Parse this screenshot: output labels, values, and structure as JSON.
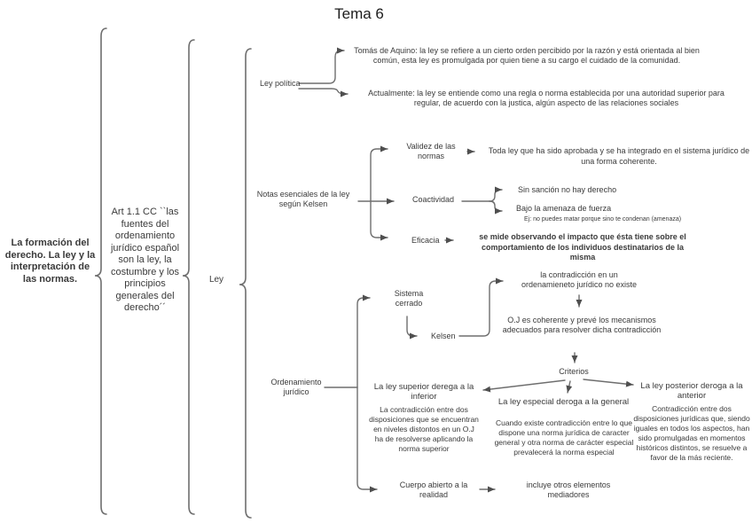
{
  "colors": {
    "text": "#3a3a3a",
    "line": "#6e6e6e",
    "background": "#ffffff"
  },
  "title": "Tema 6",
  "root": {
    "label": "La formación del derecho. La ley y la interpretación de las normas."
  },
  "article": {
    "label": "Art 1.1 CC ``las fuentes del ordenamiento jurídico español son la ley, la costumbre y los principios generales del derecho´´"
  },
  "ley": {
    "label": "Ley"
  },
  "ley_politica": {
    "label": "Ley política",
    "tomas": "Tomás de Aquino: la ley se refiere a un cierto orden percibido por la razón y está orientada al bien común, esta ley es promulgada por quien tiene a su cargo el cuidado de la comunidad.",
    "actualmente": "Actualmente: la ley se entiende como una regla o norma establecida por una autoridad superior para regular, de acuerdo con la justica, algún aspecto de las relaciones sociales"
  },
  "notas": {
    "label": "Notas esenciales de la ley según Kelsen",
    "validez": {
      "label": "Validez de las normas",
      "desc": "Toda ley que ha sido aprobada y se ha integrado en el sistema jurídico de una forma coherente."
    },
    "coactividad": {
      "label": "Coactividad",
      "sin_sancion": "Sin sanción no hay derecho",
      "amenaza": "Bajo la amenaza de fuerza",
      "ejemplo": "Ej: no puedes matar porque sino te condenan (amenaza)"
    },
    "eficacia": {
      "label": "Eficacia",
      "desc": "se mide observando el impacto que ésta tiene sobre el comportamiento de los individuos destinatarios de la misma"
    }
  },
  "ordenamiento": {
    "label": "Ordenamiento jurídico",
    "sistema_cerrado": {
      "label": "Sistema cerrado",
      "kelsen": "Kelsen",
      "contradiccion": "la contradicción en un ordenamieneto jurídico no existe",
      "coherente": "O.J es coherente y prevé los mecanismos adecuados para resolver dicha contradicción"
    },
    "criterios": {
      "label": "Criterios",
      "items": [
        {
          "title": "La ley superior derega a la inferior",
          "body": "La contradicción entre dos disposiciones que se encuentran en niveles distontos en un O.J ha de resolverse aplicando la norma superior"
        },
        {
          "title": "La ley especial deroga a la general",
          "body": "Cuando existe contradicción entre lo que dispone una norma jurídica de caracter general y otra norma de carácter especial prevalecerá la norma especial"
        },
        {
          "title": "La ley posterior deroga a la anterior",
          "body": "Contradicción entre dos disposiciones jurídicas que, siendo iguales en todos los aspectos, han sido promulgadas en momentos históricos distintos, se resuelve a favor de la más reciente."
        }
      ]
    },
    "cuerpo_abierto": {
      "label": "Cuerpo abierto a la realidad",
      "desc": "incluye otros elementos mediadores"
    }
  }
}
